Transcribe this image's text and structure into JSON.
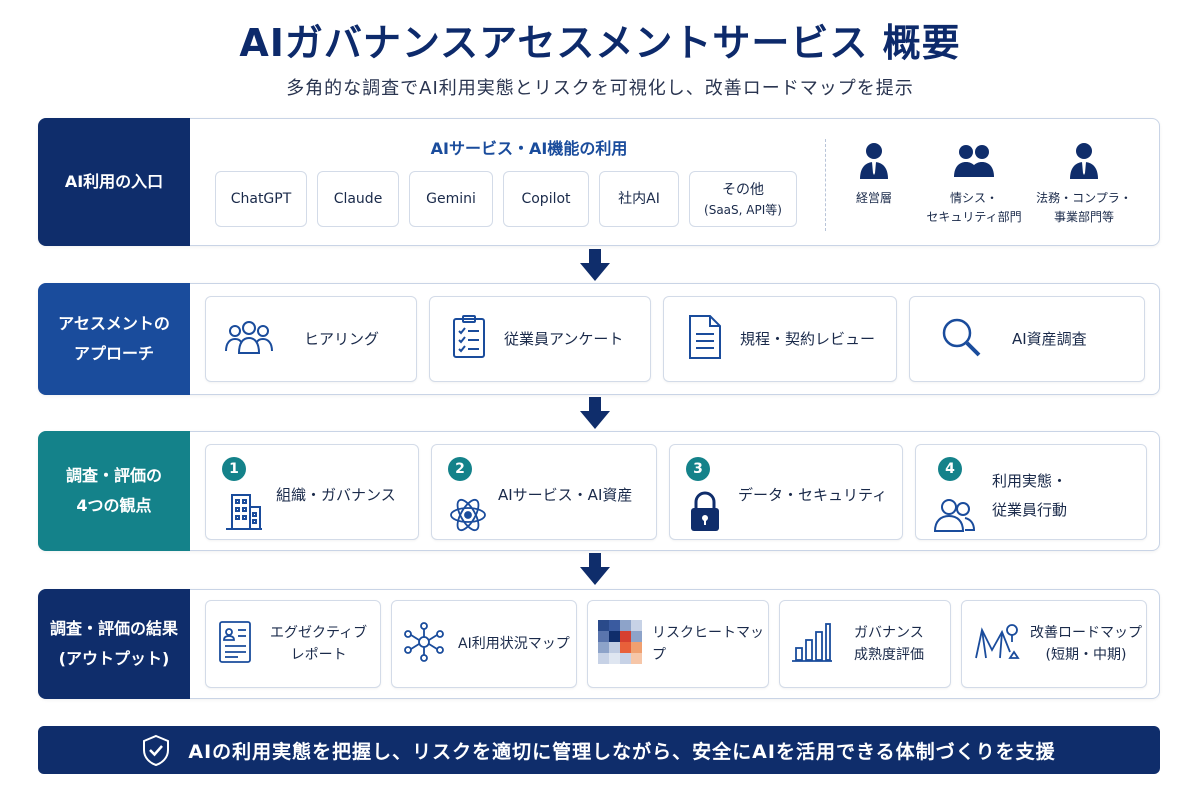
{
  "header": {
    "title": "AIガバナンスアセスメントサービス 概要",
    "subtitle": "多角的な調査でAI利用実態とリスクを可視化し、改善ロードマップを提示"
  },
  "entry": {
    "label": "AI利用の入口",
    "services_title": "AIサービス・AI機能の利用",
    "services": [
      {
        "label": "ChatGPT"
      },
      {
        "label": "Claude"
      },
      {
        "label": "Gemini"
      },
      {
        "label": "Copilot"
      },
      {
        "label": "社内AI"
      },
      {
        "label": "その他",
        "sub": "(SaaS, API等)"
      }
    ],
    "personas": [
      {
        "line1": "経営層",
        "line2": "",
        "icon": "executive-icon"
      },
      {
        "line1": "情シス・",
        "line2": "セキュリティ部門",
        "icon": "group-icon"
      },
      {
        "line1": "法務・コンプラ・",
        "line2": "事業部門等",
        "icon": "business-person-icon"
      }
    ]
  },
  "approach": {
    "label_line1": "アセスメントの",
    "label_line2": "アプローチ",
    "items": [
      {
        "label": "ヒアリング",
        "icon": "people-icon"
      },
      {
        "label": "従業員アンケート",
        "icon": "checklist-icon"
      },
      {
        "label": "規程・契約レビュー",
        "icon": "document-icon"
      },
      {
        "label": "AI資産調査",
        "icon": "magnifier-icon"
      }
    ]
  },
  "viewpoints": {
    "label_line1": "調査・評価の",
    "label_line2": "4つの観点",
    "items": [
      {
        "num": "1",
        "line1": "組織・ガバナンス",
        "line2": "",
        "icon": "building-icon"
      },
      {
        "num": "2",
        "line1": "AIサービス・AI資産",
        "line2": "",
        "icon": "atom-icon"
      },
      {
        "num": "3",
        "line1": "データ・セキュリティ",
        "line2": "",
        "icon": "lock-icon"
      },
      {
        "num": "4",
        "line1": "利用実態・",
        "line2": "従業員行動",
        "icon": "users-icon"
      }
    ]
  },
  "results": {
    "label_line1": "調査・評価の結果",
    "label_line2": "(アウトプット)",
    "items": [
      {
        "line1": "エグゼクティブ",
        "line2": "レポート",
        "icon": "report-icon"
      },
      {
        "line1": "AI利用状況マップ",
        "line2": "",
        "icon": "network-icon"
      },
      {
        "line1": "リスクヒートマップ",
        "line2": "",
        "icon": "heatmap-icon"
      },
      {
        "line1": "ガバナンス",
        "line2": "成熟度評価",
        "icon": "bar-chart-icon"
      },
      {
        "line1": "改善ロードマップ",
        "line2": "(短期・中期)",
        "icon": "roadmap-icon"
      }
    ]
  },
  "footer": {
    "text": "AIの利用実態を把握し、リスクを適切に管理しながら、安全にAIを活用できる体制づくりを支援",
    "icon": "shield-check-icon"
  },
  "colors": {
    "navy": "#0f2d6b",
    "blue": "#1a4c9c",
    "teal": "#14828a"
  }
}
